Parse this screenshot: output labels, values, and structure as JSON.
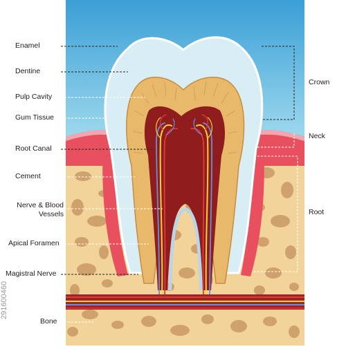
{
  "diagram": {
    "labels_left": {
      "enamel": "Enamel",
      "dentine": "Dentine",
      "pulp_cavity": "Pulp Cavity",
      "gum_tissue": "Gum Tissue",
      "root_canal": "Root Canal",
      "cement": "Cement",
      "nerve_blood_vessels": "Nerve & Blood Vessels",
      "apical_foramen": "Apical Foramen",
      "magistral_nerve": "Magistral Nerve",
      "bone": "Bone"
    },
    "labels_right": {
      "crown": "Crown",
      "neck": "Neck",
      "root": "Root"
    }
  },
  "watermark": "291600460",
  "colors": {
    "sky_top": "#3a9fd6",
    "sky_bottom": "#a5ddef",
    "gum": "#e8505f",
    "bone": "#f2d49a",
    "bone_spot": "#c99a66",
    "enamel": "#d9eef4",
    "dentine": "#e9b96b",
    "pulp": "#8f1d1d",
    "nerve_yellow": "#f8d23c",
    "vessel_blue": "#6a8fd8",
    "vessel_red": "#e03a3a"
  }
}
